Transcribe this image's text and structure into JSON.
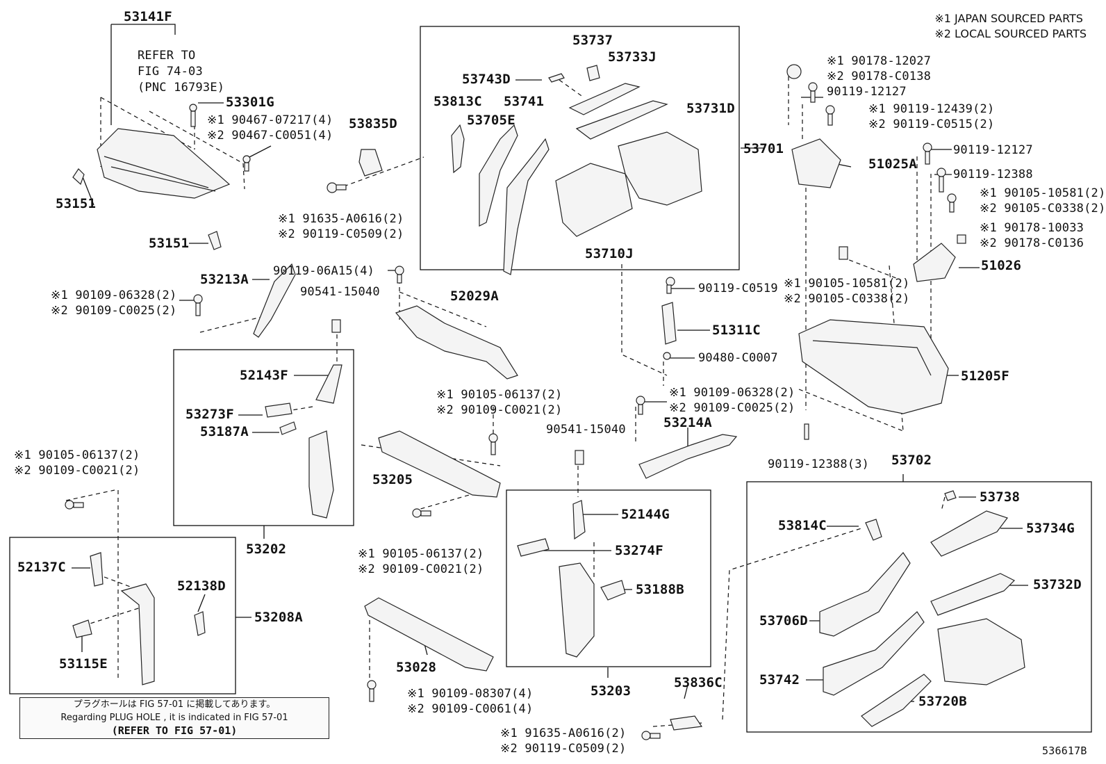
{
  "legend": [
    "※1 JAPAN SOURCED PARTS",
    "※2 LOCAL SOURCED PARTS"
  ],
  "refer": [
    "REFER TO",
    "FIG 74-03",
    "(PNC 16793E)"
  ],
  "note": [
    "プラグホールは FIG 57-01 に掲載してあります。",
    "Regarding  PLUG HOLE , it is indicated in FIG  57-01",
    "(REFER TO FIG 57-01)"
  ],
  "footer": "536617B",
  "parts": {
    "p53141F": "53141F",
    "p53301G": "53301G",
    "p90467a": "※1 90467-07217(4)",
    "p90467b": "※2 90467-C0051(4)",
    "p53151a": "53151",
    "p53151b": "53151",
    "p53835D": "53835D",
    "p91635a": "※1 91635-A0616(2)",
    "p91635b": "※2 90119-C0509(2)",
    "p90119_06A15": "90119-06A15(4)",
    "p53213A": "53213A",
    "p90109a": "※1 90109-06328(2)",
    "p90109b": "※2 90109-C0025(2)",
    "p90541a": "90541-15040",
    "p52029A": "52029A",
    "p53737": "53737",
    "p53733J": "53733J",
    "p53743D": "53743D",
    "p53813C": "53813C",
    "p53741": "53741",
    "p53705E": "53705E",
    "p53731D": "53731D",
    "p53710J": "53710J",
    "p53701": "53701",
    "p90178a": "※1 90178-12027",
    "p90178b": "※2 90178-C0138",
    "p90119_12127a": "90119-12127",
    "p90119_12439a": "※1 90119-12439(2)",
    "p90119_12439b": "※2 90119-C0515(2)",
    "p51025A": "51025A",
    "p90119_12127b": "90119-12127",
    "p90119_12388": "90119-12388",
    "p90105_10581a": "※1 90105-10581(2)",
    "p90105_10581b": "※2 90105-C0338(2)",
    "p90178_10033a": "※1 90178-10033",
    "p90178_10033b": "※2 90178-C0136",
    "p51026": "51026",
    "p90105_10581c": "※1 90105-10581(2)",
    "p90105_10581d": "※2 90105-C0338(2)",
    "p90119_C0519": "90119-C0519",
    "p51311C": "51311C",
    "p90480": "90480-C0007",
    "p51205F": "51205F",
    "p90109_06328c": "※1 90109-06328(2)",
    "p90109_06328d": "※2 90109-C0025(2)",
    "p53214A": "53214A",
    "p90119_12388_3": "90119-12388(3)",
    "p53702": "53702",
    "p52143F": "52143F",
    "p53273F": "53273F",
    "p53187A": "53187A",
    "p53202": "53202",
    "p90105_06137a": "※1 90105-06137(2)",
    "p90105_06137b": "※2 90109-C0021(2)",
    "p53205": "53205",
    "p90541b": "90541-15040",
    "p90105_06137c": "※1 90105-06137(2)",
    "p90105_06137d": "※2 90109-C0021(2)",
    "p90105_06137e": "※1 90105-06137(2)",
    "p90105_06137f": "※2 90109-C0021(2)",
    "p52137C": "52137C",
    "p52138D": "52138D",
    "p53208A": "53208A",
    "p53115E": "53115E",
    "p52144G": "52144G",
    "p53274F": "53274F",
    "p53188B": "53188B",
    "p53203": "53203",
    "p53028": "53028",
    "p90109_08307a": "※1 90109-08307(4)",
    "p90109_08307b": "※2 90109-C0061(4)",
    "p53836C": "53836C",
    "p91635c": "※1 91635-A0616(2)",
    "p91635d": "※2 90119-C0509(2)",
    "p53738": "53738",
    "p53814C": "53814C",
    "p53734G": "53734G",
    "p53732D": "53732D",
    "p53706D": "53706D",
    "p53742": "53742",
    "p53720B": "53720B"
  }
}
